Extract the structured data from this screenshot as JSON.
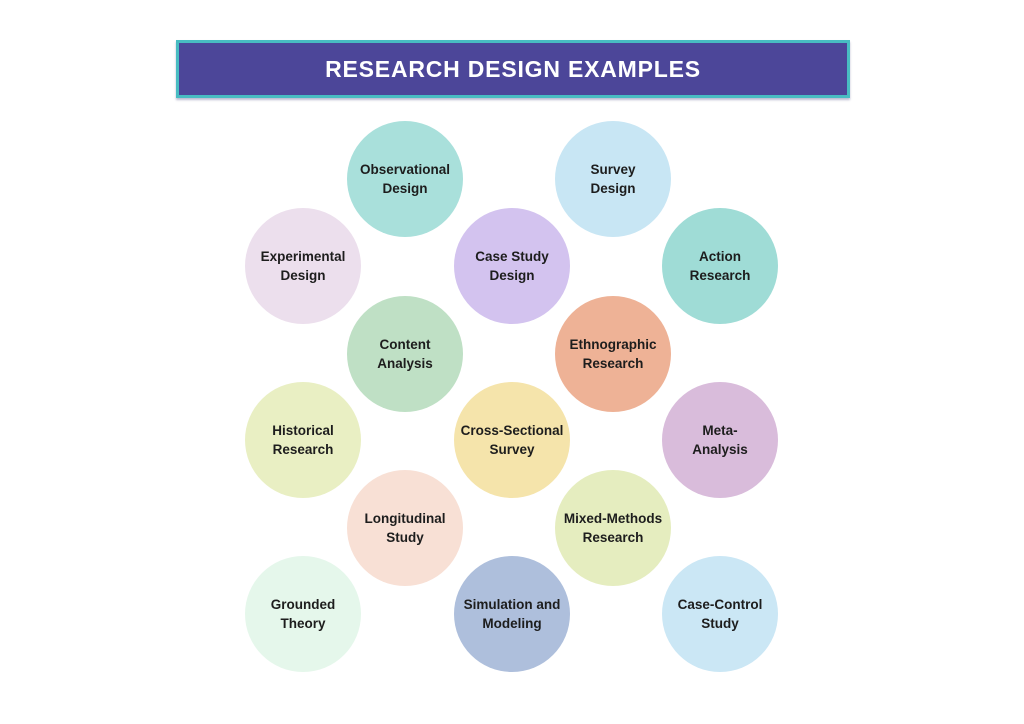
{
  "title": {
    "text": "RESEARCH DESIGN EXAMPLES",
    "bg_color": "#4c4699",
    "border_color": "#48bcc2",
    "text_color": "#ffffff"
  },
  "bubbles": [
    {
      "name": "observational-design",
      "lines": [
        "Observational",
        "Design"
      ],
      "color": "#a9e0db"
    },
    {
      "name": "survey-design",
      "lines": [
        "Survey",
        "Design"
      ],
      "color": "#c8e6f4"
    },
    {
      "name": "experimental-design",
      "lines": [
        "Experimental",
        "Design"
      ],
      "color": "#ecdfed"
    },
    {
      "name": "case-study-design",
      "lines": [
        "Case Study",
        "Design"
      ],
      "color": "#d3c3ef"
    },
    {
      "name": "action-research",
      "lines": [
        "Action",
        "Research"
      ],
      "color": "#9fdcd6"
    },
    {
      "name": "content-analysis",
      "lines": [
        "Content",
        "Analysis"
      ],
      "color": "#bfe0c5"
    },
    {
      "name": "ethnographic-research",
      "lines": [
        "Ethnographic",
        "Research"
      ],
      "color": "#eeb296"
    },
    {
      "name": "historical-research",
      "lines": [
        "Historical",
        "Research"
      ],
      "color": "#e9efc3"
    },
    {
      "name": "cross-sectional-survey",
      "lines": [
        "Cross-Sectional",
        "Survey"
      ],
      "color": "#f5e4ab"
    },
    {
      "name": "meta-analysis",
      "lines": [
        "Meta-",
        "Analysis"
      ],
      "color": "#d9bcdb"
    },
    {
      "name": "longitudinal-study",
      "lines": [
        "Longitudinal",
        "Study"
      ],
      "color": "#f8e0d5"
    },
    {
      "name": "mixed-methods-research",
      "lines": [
        "Mixed-Methods",
        "Research"
      ],
      "color": "#e5edbf"
    },
    {
      "name": "grounded-theory",
      "lines": [
        "Grounded",
        "Theory"
      ],
      "color": "#e5f7eb"
    },
    {
      "name": "simulation-and-modeling",
      "lines": [
        "Simulation and",
        "Modeling"
      ],
      "color": "#aebfdc"
    },
    {
      "name": "case-control-study",
      "lines": [
        "Case-Control",
        "Study"
      ],
      "color": "#cbe7f5"
    }
  ]
}
